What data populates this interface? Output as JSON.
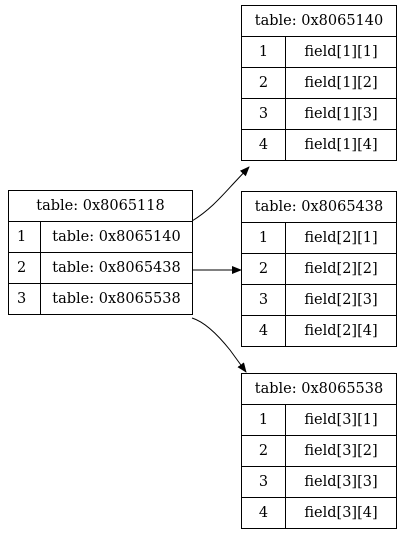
{
  "parent": {
    "title": "table: 0x8065118",
    "rows": [
      {
        "index": "1",
        "value": "table: 0x8065140"
      },
      {
        "index": "2",
        "value": "table: 0x8065438"
      },
      {
        "index": "3",
        "value": "table: 0x8065538"
      }
    ]
  },
  "children": [
    {
      "title": "table: 0x8065140",
      "rows": [
        {
          "index": "1",
          "value": "field[1][1]"
        },
        {
          "index": "2",
          "value": "field[1][2]"
        },
        {
          "index": "3",
          "value": "field[1][3]"
        },
        {
          "index": "4",
          "value": "field[1][4]"
        }
      ]
    },
    {
      "title": "table: 0x8065438",
      "rows": [
        {
          "index": "1",
          "value": "field[2][1]"
        },
        {
          "index": "2",
          "value": "field[2][2]"
        },
        {
          "index": "3",
          "value": "field[2][3]"
        },
        {
          "index": "4",
          "value": "field[2][4]"
        }
      ]
    },
    {
      "title": "table: 0x8065538",
      "rows": [
        {
          "index": "1",
          "value": "field[3][1]"
        },
        {
          "index": "2",
          "value": "field[3][2]"
        },
        {
          "index": "3",
          "value": "field[3][3]"
        },
        {
          "index": "4",
          "value": "field[3][4]"
        }
      ]
    }
  ]
}
